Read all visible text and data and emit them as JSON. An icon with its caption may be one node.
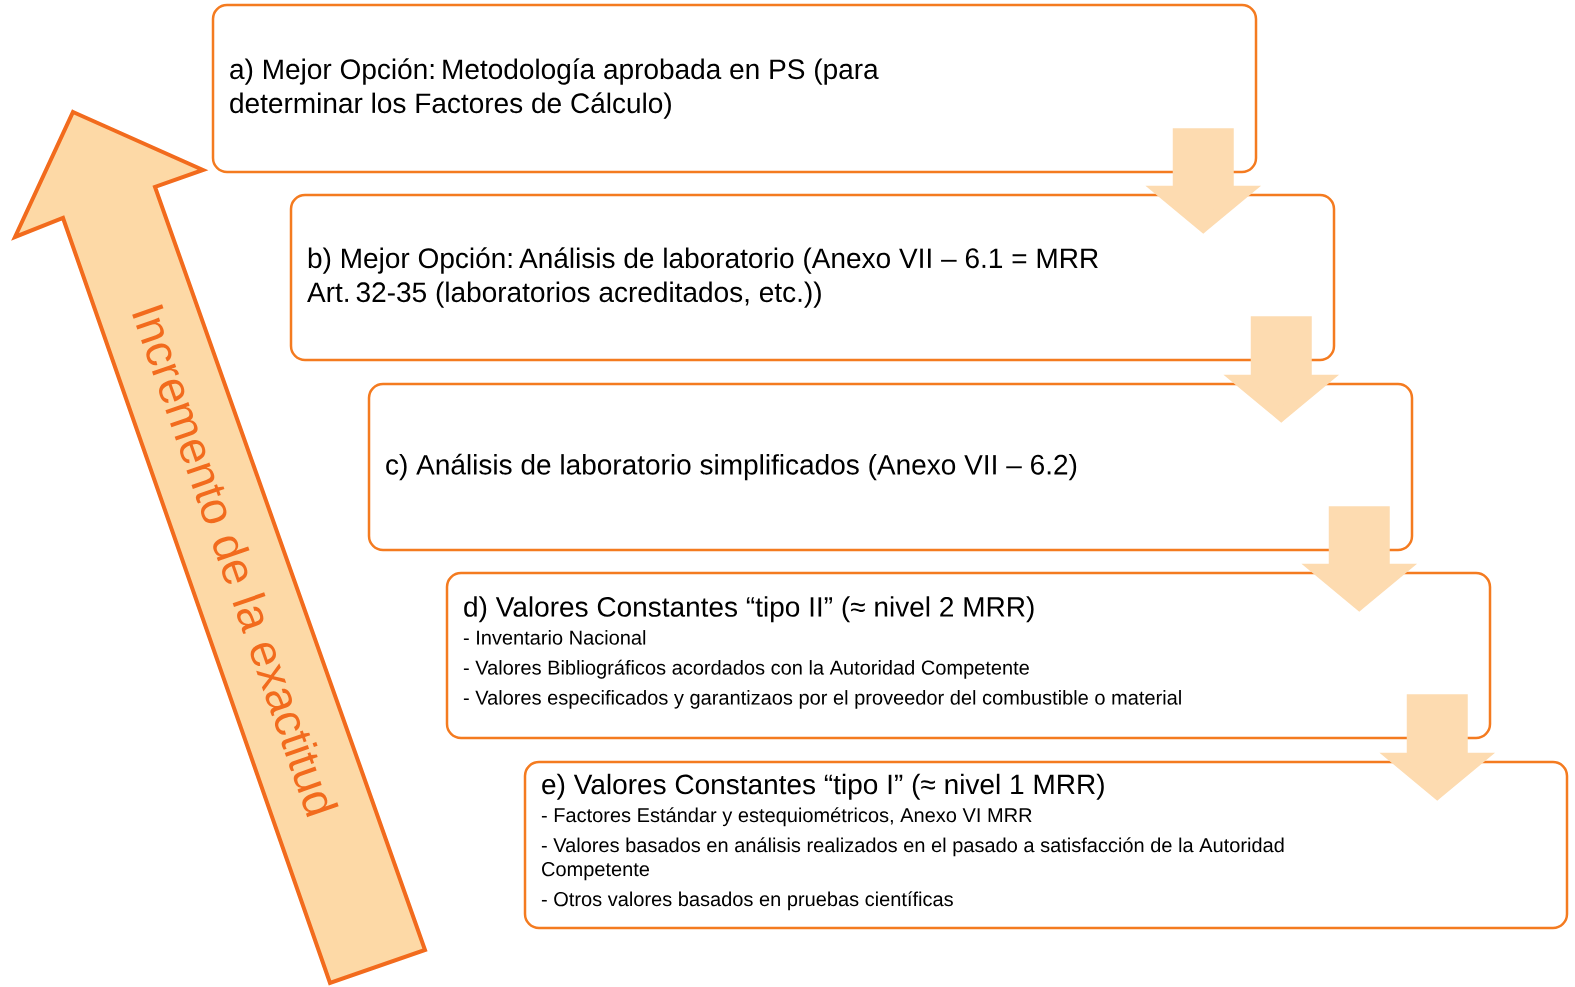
{
  "diagram": {
    "nodes": [
      {
        "text": [
          "a) Mejor Opción: Metodología aprobada en PS (para determinar los Factores de Cálculo)"
        ]
      },
      {
        "text": [
          "b) Mejor Opción: Análisis de laboratorio (Anexo VII – 6.1 = MRR Art. 32-35 (laboratorios acreditados, etc.))"
        ]
      },
      {
        "text": [
          "c) Análisis de laboratorio simplificados (Anexo VII – 6.2)"
        ]
      },
      {
        "text": [
          "d) Valores Constantes “tipo II” (≈ nivel 2 MRR)",
          "- Inventario Nacional",
          "- Valores Bibliográficos acordados con la Autoridad Competente",
          "- Valores especificados y garantizaos por el proveedor del combustible o material"
        ]
      },
      {
        "text": [
          "e) Valores Constantes “tipo I” (≈ nivel 1 MRR)",
          "- Factores Estándar y estequiométricos, Anexo VI MRR",
          "- Valores basados en análisis realizados en el pasado a satisfacción de la Autoridad Competente",
          "- Otros valores basados en pruebas científicas"
        ]
      },
      {
        "text": [
          "Incremento de la exactitud"
        ]
      }
    ],
    "edges": [
      {
        "from": 0,
        "to": 1,
        "arrow": "to"
      },
      {
        "from": 1,
        "to": 2,
        "arrow": "to"
      },
      {
        "from": 2,
        "to": 3,
        "arrow": "to"
      },
      {
        "from": 3,
        "to": 4,
        "arrow": "to"
      }
    ]
  }
}
